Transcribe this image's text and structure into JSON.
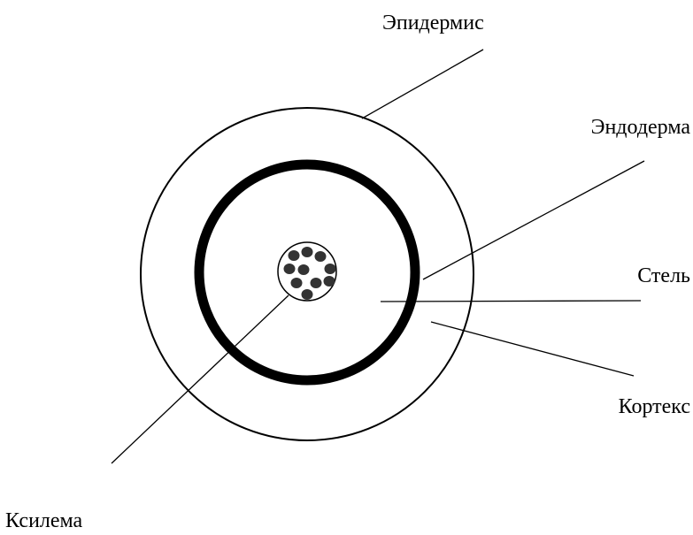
{
  "labels": {
    "epidermis": "Эпидермис",
    "endodermis": "Эндодерма",
    "stele": "Стель",
    "cortex": "Кортекс",
    "xylem": "Ксилема"
  },
  "colors": {
    "line": "#000000",
    "background": "#ffffff",
    "xylem_dot": "#333333"
  }
}
